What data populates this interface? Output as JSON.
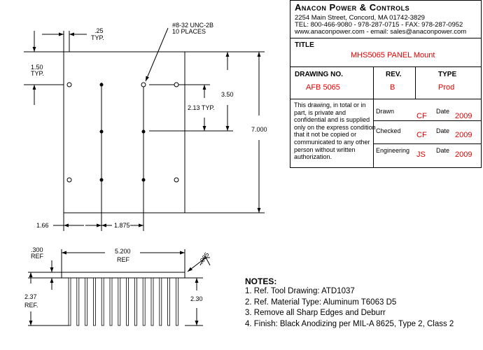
{
  "title_block": {
    "company": "Anacon Power & Controls",
    "address_lines": [
      "2254 Main Street, Concord, MA  01742-3829",
      "TEL: 800-466-9080 - 978-287-0715 - FAX: 978-287-0952",
      "www.anaconpower.com - email: sales@anaconpower.com"
    ],
    "title_label": "TITLE",
    "title_value": "MHS5065 PANEL Mount",
    "drawing_no_label": "DRAWING NO.",
    "drawing_no_value": "AFB 5065",
    "rev_label": "REV.",
    "rev_value": "B",
    "type_label": "TYPE",
    "type_value": "Prod",
    "disclaimer": "This drawing, in total or in part, is private and confidential and is supplied only on the express condition that it not be copied or communicated to any other person without written authorization.",
    "approvals": [
      {
        "label": "Drawn",
        "initials": "CF",
        "date_label": "Date",
        "date": "2009"
      },
      {
        "label": "Checked",
        "initials": "CF",
        "date_label": "Date",
        "date": "2009"
      },
      {
        "label": "Engineering",
        "initials": "JS",
        "date_label": "Date",
        "date": "2009"
      }
    ]
  },
  "dimensions": {
    "top_offset": ".25",
    "top_offset_typ": "TYP.",
    "hole_spec_1": "#8-32 UNC-2B",
    "hole_spec_2": "10 PLACES",
    "left_offset": "1.50",
    "left_offset_typ": "TYP.",
    "spacing_350": "3.50",
    "spacing_213": "2.13 TYP.",
    "height_7000": "7.000",
    "bottom_166": "1.66",
    "bottom_1875": "1.875",
    "base_thickness": ".300",
    "base_thickness_ref": "REF",
    "width_5200": "5.200",
    "width_5200_ref": "REF",
    "flatness": ".005",
    "overall_237": "2.37",
    "overall_237_ref": "REF.",
    "fin_230": "2.30"
  },
  "notes": {
    "title": "NOTES:",
    "items": [
      "1.  Ref. Tool Drawing:  ATD1037",
      "2.  Ref. Material Type:  Aluminum T6063 D5",
      "3.  Remove all Sharp Edges and Deburr",
      "4.  Finish:  Black Anodizing per MIL-A 8625, Type 2, Class 2"
    ]
  }
}
